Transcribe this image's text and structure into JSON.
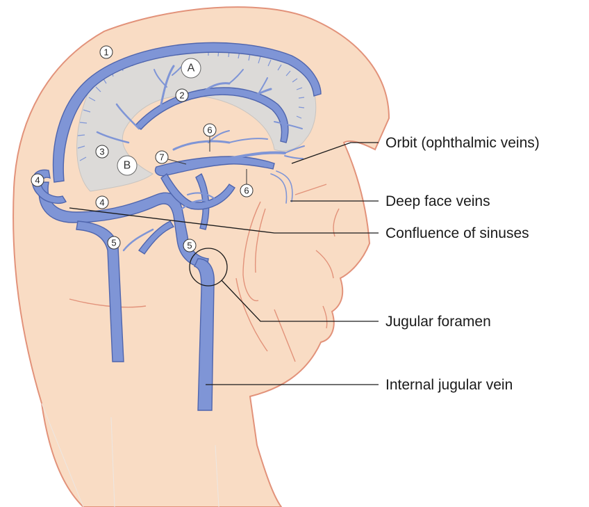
{
  "labels": {
    "orbit": "Orbit (ophthalmic veins)",
    "deep_face": "Deep face veins",
    "confluence": "Confluence of sinuses",
    "jugular_foramen": "Jugular foramen",
    "internal_jugular": "Internal jugular vein"
  },
  "markers": {
    "n1": "1",
    "n2": "2",
    "n3": "3",
    "n4a": "4",
    "n4b": "4",
    "n5a": "5",
    "n5b": "5",
    "n6a": "6",
    "n6b": "6",
    "n7": "7",
    "a": "A",
    "b": "B"
  },
  "colors": {
    "skin": "#f9dcc4",
    "skin_outline": "#e2927a",
    "vein": "#7f95d6",
    "vein_outline": "#4f65ad",
    "falx": "#dcdad8"
  }
}
